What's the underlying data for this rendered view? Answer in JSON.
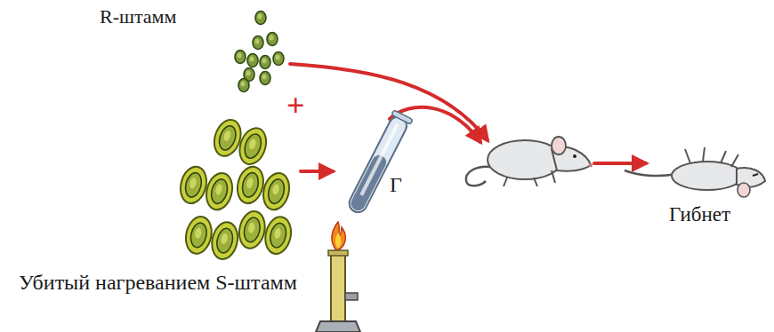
{
  "diagram": {
    "labels": [
      "R-штамм",
      "+",
      "Убитый нагреванием S-штамм",
      "Г",
      "Гибнет"
    ]
  }
}
